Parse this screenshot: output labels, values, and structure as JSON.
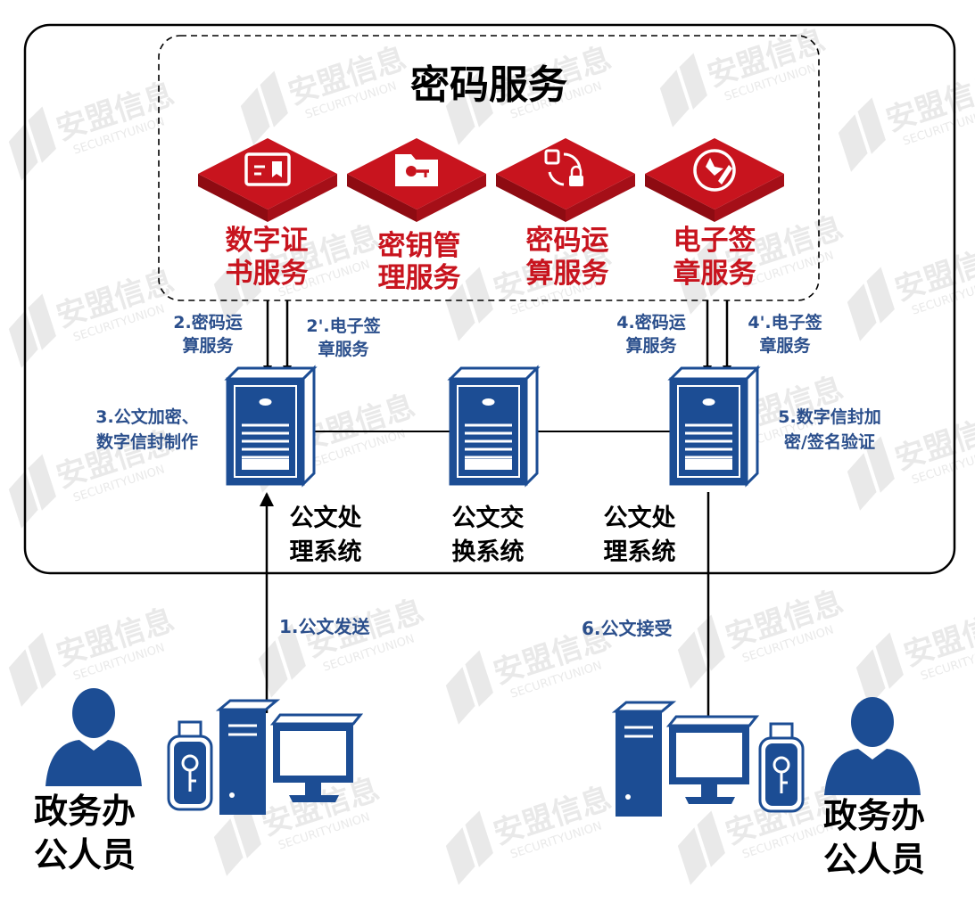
{
  "colors": {
    "red": "#c8141e",
    "blue": "#1c4d94",
    "label_blue": "#2b4f8c",
    "black": "#000000"
  },
  "header": {
    "title": "密码服务"
  },
  "services": [
    {
      "icon": "certificate-icon",
      "line1": "数字证",
      "line2": "书服务"
    },
    {
      "icon": "key-folder-icon",
      "line1": "密钥管",
      "line2": "理服务"
    },
    {
      "icon": "crypto-compute-icon",
      "line1": "密码运",
      "line2": "算服务"
    },
    {
      "icon": "e-signature-icon",
      "line1": "电子签",
      "line2": "章服务"
    }
  ],
  "arrow_labels": {
    "step2": {
      "line1": "2.密码运",
      "line2": "算服务"
    },
    "step2b": {
      "line1": "2'.电子签",
      "line2": "章服务"
    },
    "step4": {
      "line1": "4.密码运",
      "line2": "算服务"
    },
    "step4b": {
      "line1": "4'.电子签",
      "line2": "章服务"
    }
  },
  "steps": {
    "step3": {
      "line1": "3.公文加密、",
      "line2": "数字信封制作"
    },
    "step5": {
      "line1": "5.数字信封加",
      "line2": "密/签名验证"
    },
    "step1": "1.公文发送",
    "step6": "6.公文接受"
  },
  "servers": [
    {
      "line1": "公文处",
      "line2": "理系统"
    },
    {
      "line1": "公文交",
      "line2": "换系统"
    },
    {
      "line1": "公文处",
      "line2": "理系统"
    }
  ],
  "users": [
    {
      "line1": "政务办",
      "line2": "公人员"
    },
    {
      "line1": "政务办",
      "line2": "公人员"
    }
  ],
  "watermark": {
    "cn": "安盟信息",
    "en": "SECURITYUNION"
  }
}
